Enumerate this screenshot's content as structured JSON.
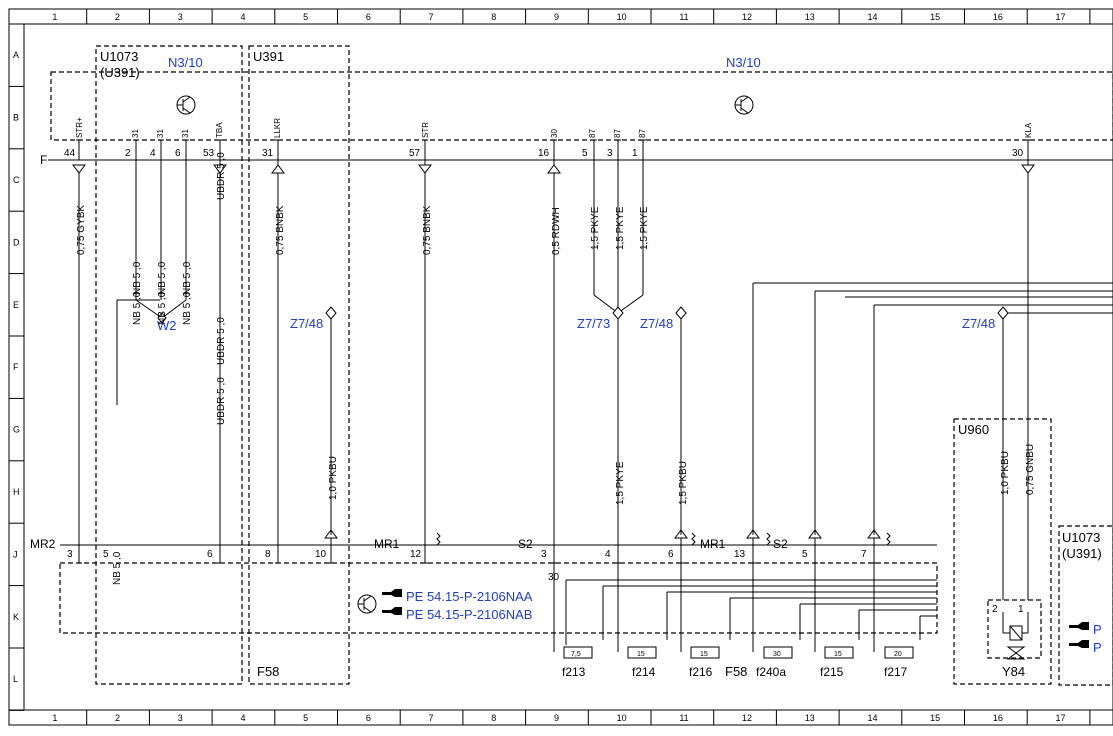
{
  "grid": {
    "columns": [
      "1",
      "2",
      "3",
      "4",
      "5",
      "6",
      "7",
      "8",
      "9",
      "10",
      "11",
      "12",
      "13",
      "14",
      "15",
      "16",
      "17"
    ],
    "rows": [
      "A",
      "B",
      "C",
      "D",
      "E",
      "F",
      "G",
      "H",
      "J",
      "K",
      "L"
    ]
  },
  "components": {
    "u1073_top": "U1073",
    "u391_paren_top": "(U391)",
    "u391_top": "U391",
    "n3_10_left": "N3/10",
    "n3_10_main": "N3/10",
    "u960": "U960",
    "u1073_right": "U1073",
    "u391_paren_right": "(U391)",
    "f58_bottom": "F58",
    "f58_fuse": "F58",
    "y84": "Y84",
    "w2": "W2"
  },
  "connectors": {
    "z748_a": "Z7/48",
    "z773": "Z7/73",
    "z748_b": "Z7/48",
    "z748_c": "Z7/48"
  },
  "buses": {
    "f": "F",
    "mr2": "MR2",
    "mr1_a": "MR1",
    "s2_a": "S2",
    "mr1_b": "MR1",
    "s2_b": "S2"
  },
  "top_pins": [
    {
      "signal": "STR+",
      "num": "44"
    },
    {
      "signal": "31",
      "num": "2"
    },
    {
      "signal": "31",
      "num": "4"
    },
    {
      "signal": "31",
      "num": "6"
    },
    {
      "signal": "TBA",
      "num": "53"
    },
    {
      "signal": "LLKR",
      "num": "31"
    },
    {
      "signal": "STR",
      "num": "57"
    },
    {
      "signal": "30",
      "num": "16"
    },
    {
      "signal": "87",
      "num": "5"
    },
    {
      "signal": "87",
      "num": "3"
    },
    {
      "signal": "87",
      "num": "1"
    },
    {
      "signal": "KLA",
      "num": "30"
    }
  ],
  "bottom_pins": [
    "3",
    "5",
    "6",
    "8",
    "10",
    "12",
    "3",
    "4",
    "6",
    "13",
    "5",
    "7"
  ],
  "pin30_bottom": "30",
  "y84_pins": [
    "2",
    "1"
  ],
  "wires": {
    "gybk": "0,75 GYBK",
    "nb1": "NB 5 ,0",
    "nb2": "NB 5 ,0",
    "nb3": "NB 5 ,0",
    "nb4": "NB 5 ,0",
    "nb5": "NB 5 ,0",
    "nb6": "NB 5 ,0",
    "nb7": "NB 5 ,0",
    "ubdr1": "UBDR 5 ,0",
    "ubdr2": "UBDR 5 ,0",
    "ubdr3": "UBDR 5 ,0",
    "bnbk_a": "0,75 BNBK",
    "bnbk_b": "0,75 BNBK",
    "rdwh": "0,5 RDWH",
    "pkye1": "1,5 PKYE",
    "pkye2": "1,5 PKYE",
    "pkye3": "1,5 PKYE",
    "pkbu_a": "1,0 PKBU",
    "pkye_v": "1,5 PKYE",
    "pkbu_b": "1,5 PKBU",
    "pkbu_c": "1,0 PKBU",
    "gnbu": "0,75 GNBU"
  },
  "fuses": [
    {
      "name": "f213",
      "rating": "7,5"
    },
    {
      "name": "f214",
      "rating": "15"
    },
    {
      "name": "f216",
      "rating": "15"
    },
    {
      "name": "f240a",
      "rating": "30"
    },
    {
      "name": "f215",
      "rating": "15"
    },
    {
      "name": "f217",
      "rating": "20"
    }
  ],
  "references": {
    "ref1": "PE 54.15-P-2106NAA",
    "ref2": "PE 54.15-P-2106NAB",
    "ref_right1": "P",
    "ref_right2": "P"
  },
  "colors": {
    "line": "#000000",
    "label_blue": "#1f3fbf"
  }
}
